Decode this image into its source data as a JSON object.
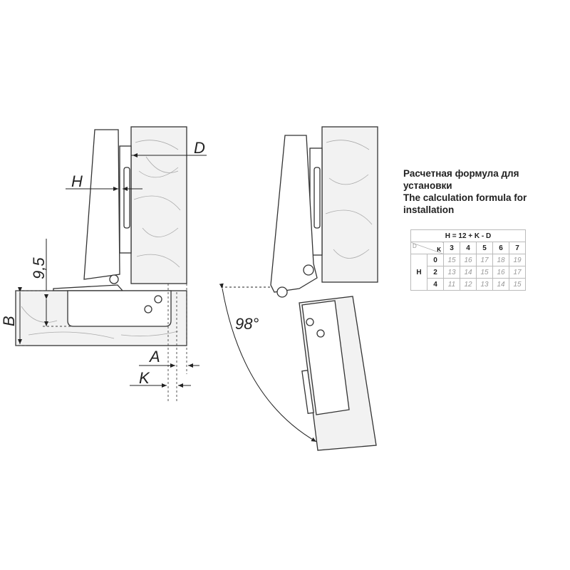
{
  "labels": {
    "D": "D",
    "H": "H",
    "nine_five": "9,5",
    "B": "B",
    "A": "A",
    "K": "K",
    "angle": "98°"
  },
  "caption": {
    "ru_line1": "Расчетная формула для",
    "ru_line2": "установки",
    "en_line1": "The calculation formula for",
    "en_line2": "installation"
  },
  "table": {
    "formula": "H = 12 + K - D",
    "corner_d": "D",
    "corner_k": "K",
    "row_group": "H",
    "k_values": [
      "3",
      "4",
      "5",
      "6",
      "7"
    ],
    "rows": [
      {
        "label": "0",
        "values": [
          "15",
          "16",
          "17",
          "18",
          "19"
        ]
      },
      {
        "label": "2",
        "values": [
          "13",
          "14",
          "15",
          "16",
          "17"
        ]
      },
      {
        "label": "4",
        "values": [
          "11",
          "12",
          "13",
          "14",
          "15"
        ]
      }
    ]
  }
}
